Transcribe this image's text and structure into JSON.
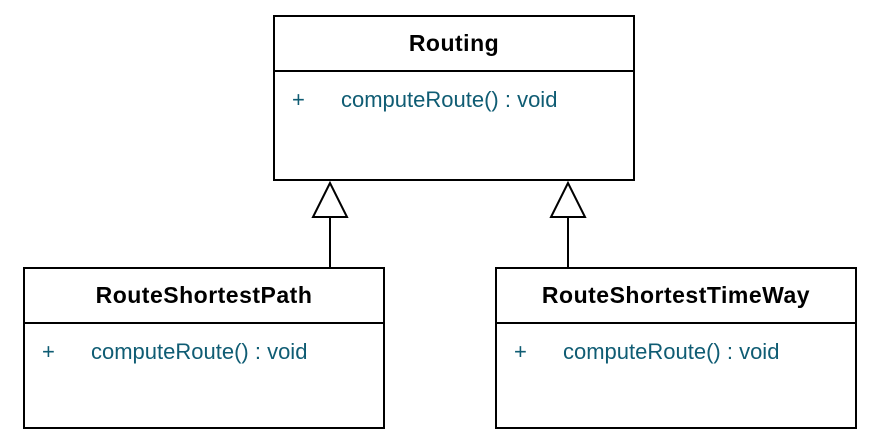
{
  "diagram": {
    "type": "uml-class-diagram",
    "colors": {
      "background": "#ffffff",
      "box_fill": "#ffffff",
      "box_border": "#000000",
      "class_name_text": "#000000",
      "method_text": "#0f5c73"
    },
    "classes": [
      {
        "name": "Routing",
        "methods": [
          {
            "visibility": "+",
            "signature": "computeRoute() : void"
          }
        ]
      },
      {
        "name": "RouteShortestPath",
        "methods": [
          {
            "visibility": "+",
            "signature": "computeRoute() : void"
          }
        ]
      },
      {
        "name": "RouteShortestTimeWay",
        "methods": [
          {
            "visibility": "+",
            "signature": "computeRoute() : void"
          }
        ]
      }
    ],
    "relations": [
      {
        "type": "generalization",
        "from": "RouteShortestPath",
        "to": "Routing"
      },
      {
        "type": "generalization",
        "from": "RouteShortestTimeWay",
        "to": "Routing"
      }
    ]
  }
}
